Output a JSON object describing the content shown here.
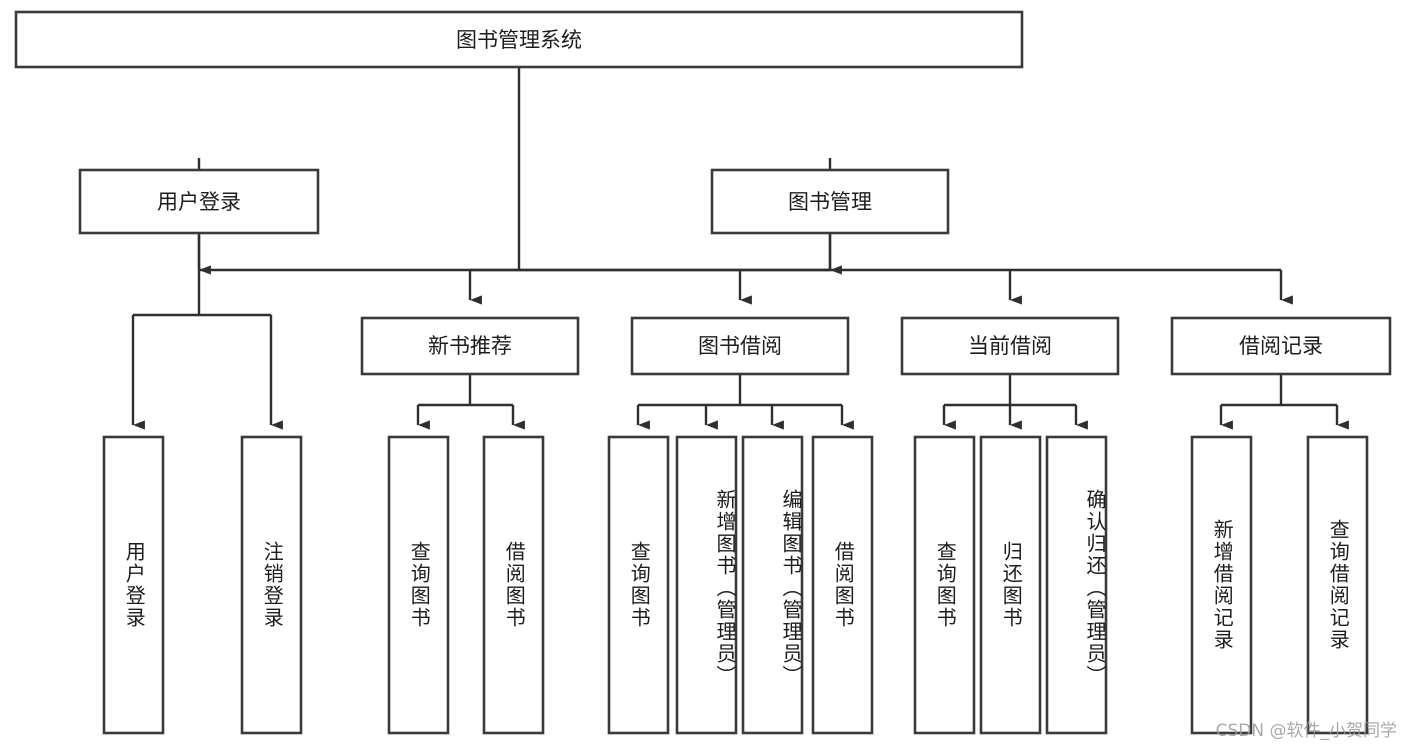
{
  "diagram": {
    "type": "tree",
    "title": "图书管理系统",
    "root": {
      "label": "图书管理系统",
      "orientation": "horizontal"
    },
    "level2": [
      {
        "label": "用户登录",
        "orientation": "horizontal"
      },
      {
        "label": "图书管理",
        "orientation": "horizontal"
      }
    ],
    "level3": [
      {
        "label": "新书推荐",
        "orientation": "horizontal"
      },
      {
        "label": "图书借阅",
        "orientation": "horizontal"
      },
      {
        "label": "当前借阅",
        "orientation": "horizontal"
      },
      {
        "label": "借阅记录",
        "orientation": "horizontal"
      }
    ],
    "leaves": {
      "user_login": [
        {
          "label": "用户登录",
          "orientation": "vertical"
        },
        {
          "label": "注销登录",
          "orientation": "vertical"
        }
      ],
      "new_book_recommend": [
        {
          "label": "查询图书",
          "orientation": "vertical"
        },
        {
          "label": "借阅图书",
          "orientation": "vertical"
        }
      ],
      "book_borrow": [
        {
          "label": "查询图书",
          "orientation": "vertical"
        },
        {
          "label": "新增图书（管理员）",
          "orientation": "vertical"
        },
        {
          "label": "编辑图书（管理员）",
          "orientation": "vertical"
        },
        {
          "label": "借阅图书",
          "orientation": "vertical"
        }
      ],
      "current_borrow": [
        {
          "label": "查询图书",
          "orientation": "vertical"
        },
        {
          "label": "归还图书",
          "orientation": "vertical"
        },
        {
          "label": "确认归还（管理员）",
          "orientation": "vertical"
        }
      ],
      "borrow_record": [
        {
          "label": "新增借阅记录",
          "orientation": "vertical"
        },
        {
          "label": "查询借阅记录",
          "orientation": "vertical"
        }
      ]
    },
    "colors": {
      "box_stroke": "#3a3a3a",
      "box_fill": "#ffffff",
      "connector": "#2f2f2f",
      "text": "#1d1d1d",
      "background": "#ffffff",
      "watermark": "#9a9a9a"
    }
  },
  "watermark": {
    "text": "CSDN @软件_小贺同学"
  }
}
